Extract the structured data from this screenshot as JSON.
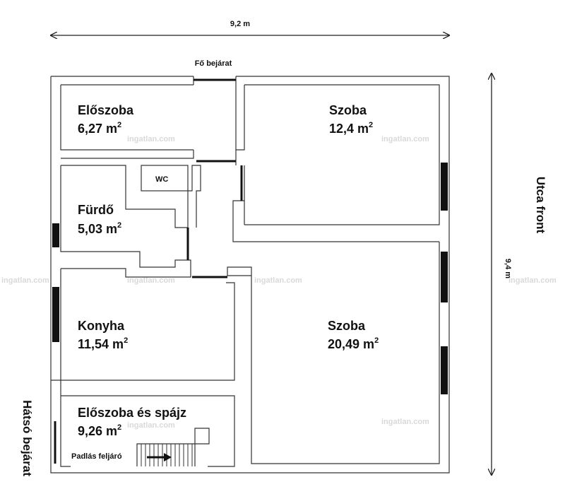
{
  "dimensions": {
    "width_label": "9,2 m",
    "height_label": "9,4 m"
  },
  "entrances": {
    "main": "Fő bejárat",
    "back": "Hátsó bejárat",
    "street": "Utca front"
  },
  "rooms": [
    {
      "name": "Előszoba",
      "area": "6,27 m",
      "sup": "2"
    },
    {
      "name": "Szoba",
      "area": "12,4 m",
      "sup": "2"
    },
    {
      "name": "WC"
    },
    {
      "name": "Fürdő",
      "area": "5,03 m",
      "sup": "2"
    },
    {
      "name": "Konyha",
      "area": "11,54 m",
      "sup": "2"
    },
    {
      "name": "Szoba",
      "area": "20,49 m",
      "sup": "2"
    },
    {
      "name": "Előszoba és spájz",
      "area": "9,26 m",
      "sup": "2"
    }
  ],
  "stairs_label": "Padlás feljáró",
  "watermark": "ingatlan.com"
}
